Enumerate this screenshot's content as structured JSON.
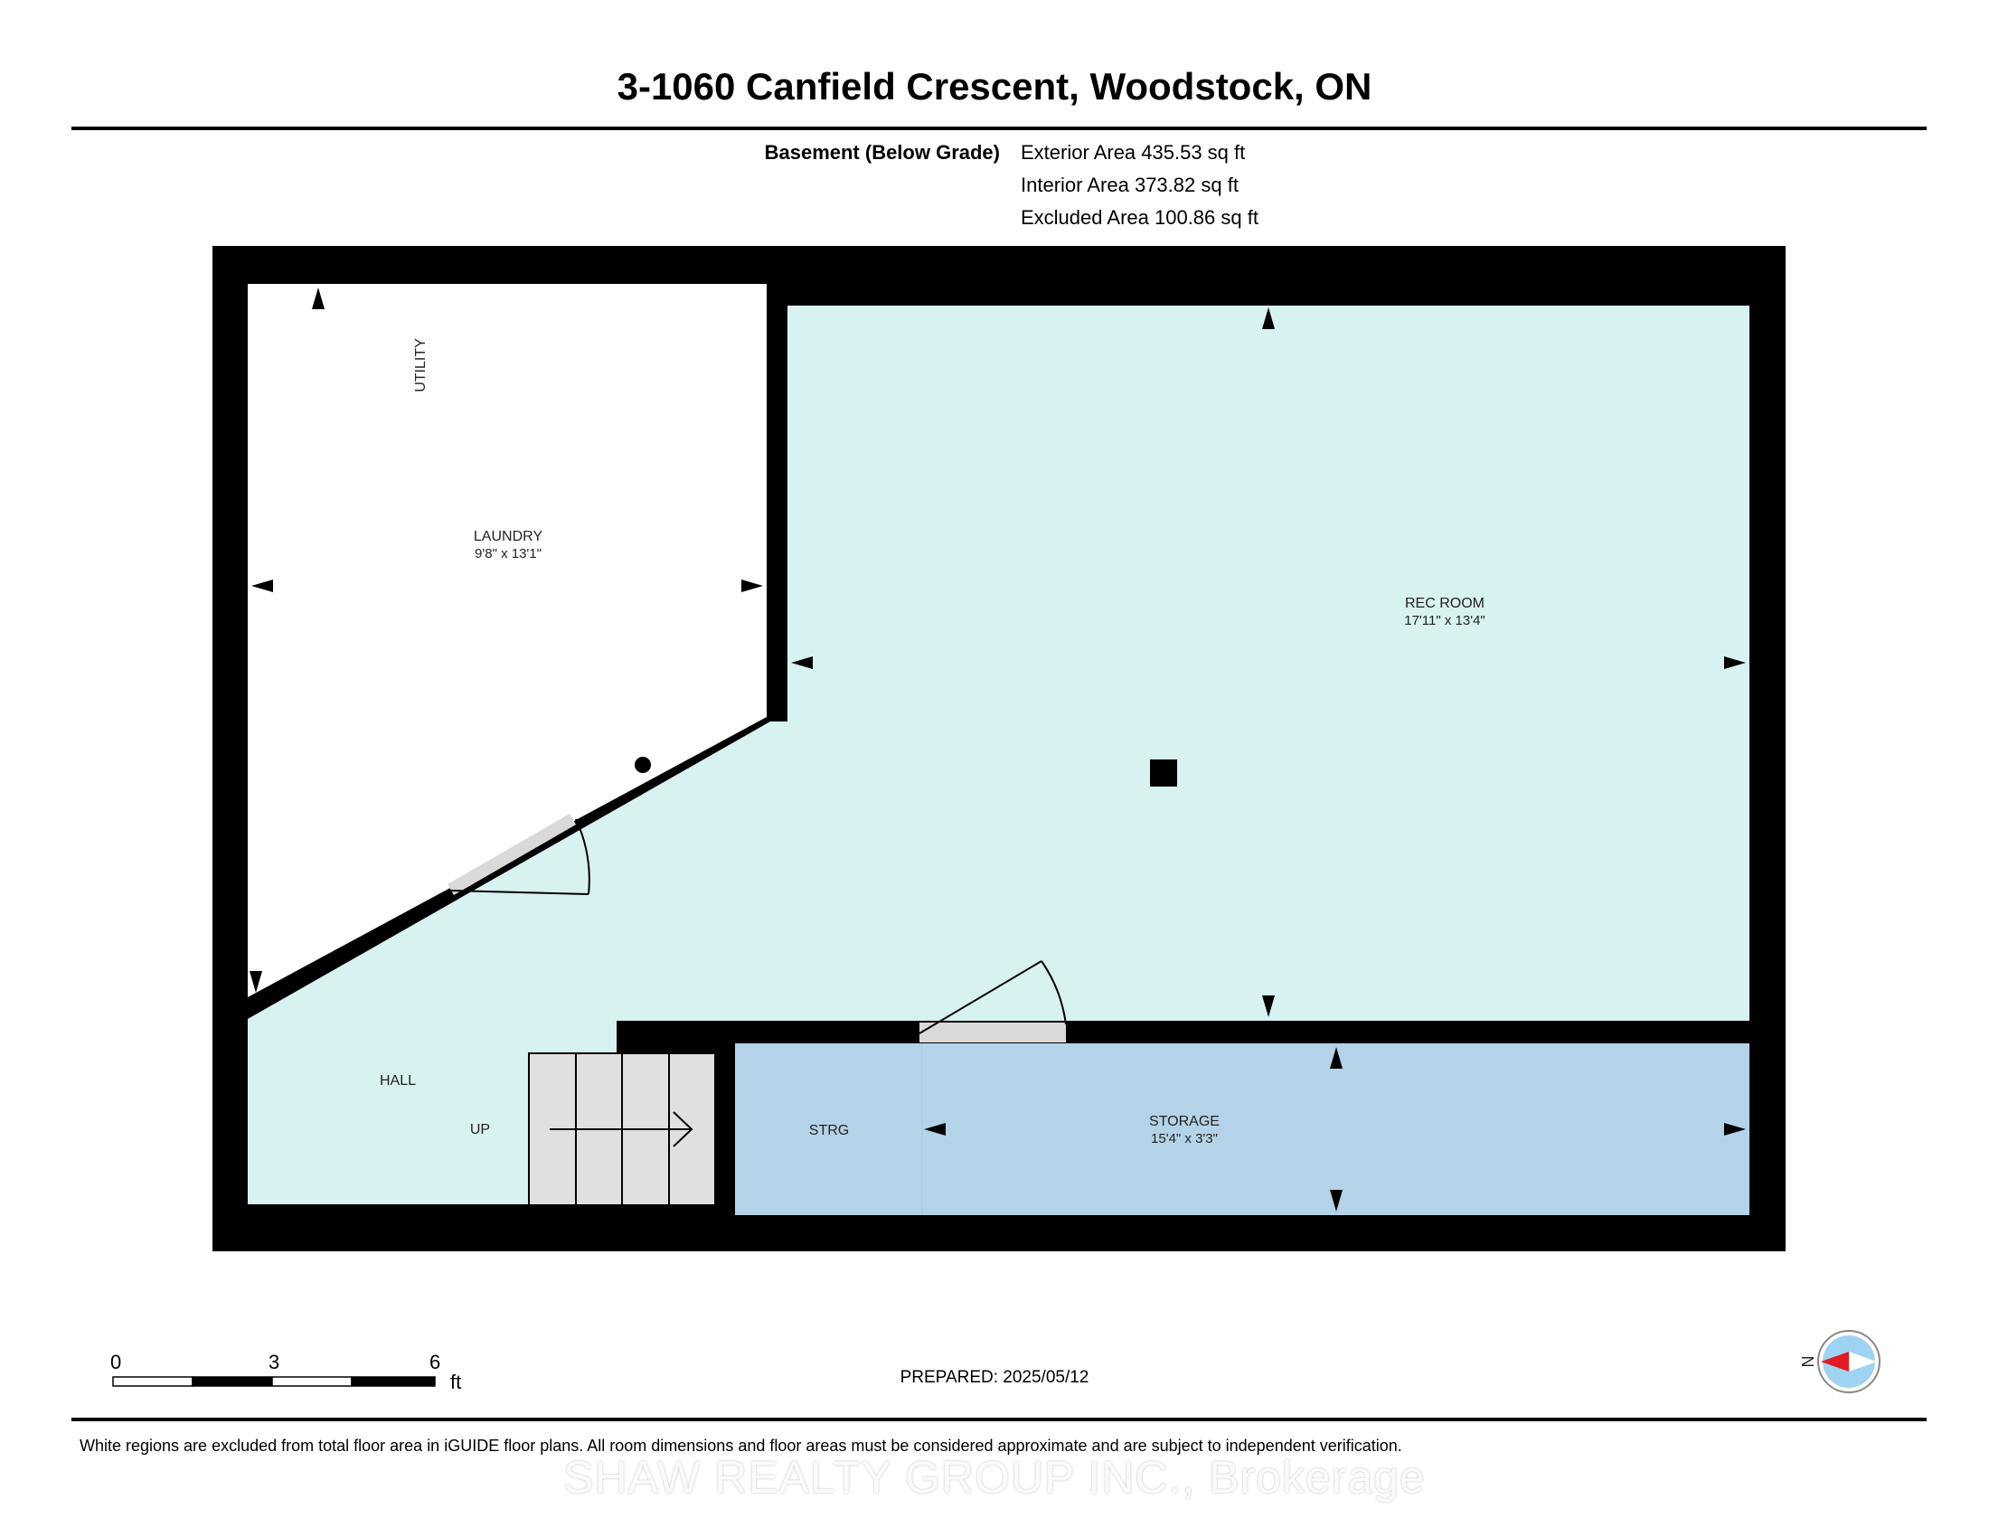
{
  "header": {
    "title": "3-1060 Canfield Crescent, Woodstock, ON"
  },
  "areas": {
    "level_label": "Basement (Below Grade)",
    "exterior": "Exterior Area 435.53 sq ft",
    "interior": "Interior Area 373.82 sq ft",
    "excluded": "Excluded Area 100.86 sq ft"
  },
  "rooms": {
    "utility": "UTILITY",
    "laundry": {
      "name": "LAUNDRY",
      "dims": "9'8\" x 13'1\""
    },
    "rec_room": {
      "name": "REC ROOM",
      "dims": "17'11\" x 13'4\""
    },
    "hall": "HALL",
    "stairs": "UP",
    "strg": "STRG",
    "storage": {
      "name": "STORAGE",
      "dims": "15'4\" x 3'3\""
    }
  },
  "colors": {
    "wall": "#000000",
    "finished_floor": "#d8f1f1",
    "storage_floor": "#b4d3e8",
    "stairs": "#e0e0e0",
    "compass_needle": "#e21b22",
    "compass_disc": "#9fd3f2"
  },
  "scale_bar": {
    "ticks": [
      "0",
      "3",
      "6"
    ],
    "unit": "ft"
  },
  "footer": {
    "prepared": "PREPARED: 2025/05/12",
    "disclaimer": "White regions are excluded from total floor area in iGUIDE floor plans. All room dimensions and floor areas must be considered approximate and are subject to independent verification.",
    "watermark": "SHAW REALTY GROUP INC., Brokerage"
  },
  "compass": {
    "label": "N"
  }
}
